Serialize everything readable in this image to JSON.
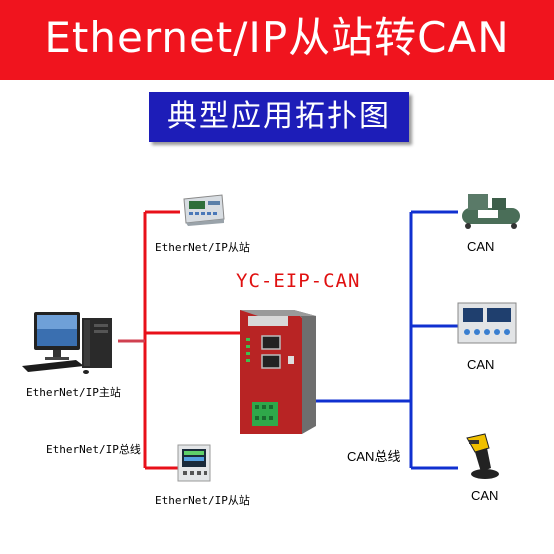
{
  "header": {
    "title": "Ethernet/IP从站转CAN"
  },
  "subtitle": "典型应用拓扑图",
  "gateway": {
    "name": "YC-EIP-CAN"
  },
  "left": {
    "slave_top_label": "EtherNet/IP从站",
    "master_label": "EtherNet/IP主站",
    "bus_label": "EtherNet/IP总线",
    "slave_bottom_label": "EtherNet/IP从站"
  },
  "right": {
    "can_top_label": "CAN",
    "can_middle_label": "CAN",
    "can_bottom_label": "CAN",
    "bus_label": "CAN总线"
  },
  "colors": {
    "ethernet_line": "#e8101a",
    "can_line": "#1030d0",
    "banner": "#f0141e",
    "subtitle_box": "#1d1db8"
  }
}
